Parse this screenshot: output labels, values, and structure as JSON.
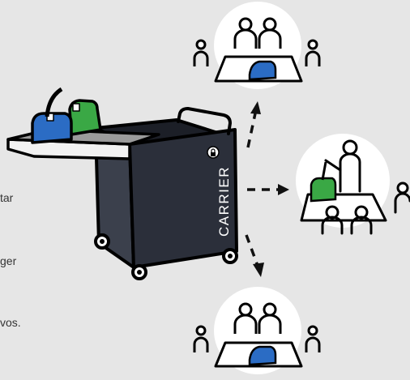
{
  "fragments": [
    "tar",
    "ger",
    "vos."
  ],
  "cart_label": "CARRIER",
  "colors": {
    "background": "#e6e6e6",
    "cart_body": "#2b2f3a",
    "shelf": "#9b9b9b",
    "bag_blue": "#2b6cc4",
    "bag_green": "#3aa845",
    "outline": "#000000",
    "circle": "#ffffff",
    "arrow": "#111111"
  },
  "icons": [
    "lock-icon",
    "people-icon",
    "presenter-icon",
    "arrow-icon"
  ]
}
